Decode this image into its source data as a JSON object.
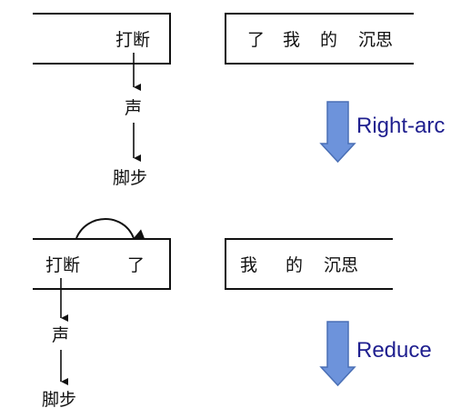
{
  "colors": {
    "box_stroke": "#111111",
    "text": "#111111",
    "edge": "#111111",
    "action_arrow_fill": "#6d93db",
    "action_arrow_stroke": "#4a6fb5",
    "action_label": "#1f1f8f"
  },
  "before": {
    "stack_words": [
      "打断"
    ],
    "buffer_words": [
      "了",
      "我",
      "的",
      "沉思"
    ],
    "tree": [
      "声",
      "脚步"
    ]
  },
  "action_1": {
    "label": "Right-arc",
    "icon": "down-arrow-icon"
  },
  "after": {
    "stack_words": [
      "打断",
      "了"
    ],
    "buffer_words": [
      "我",
      "的",
      "沉思"
    ],
    "tree": [
      "声",
      "脚步"
    ]
  },
  "action_2": {
    "label": "Reduce",
    "icon": "down-arrow-icon"
  }
}
